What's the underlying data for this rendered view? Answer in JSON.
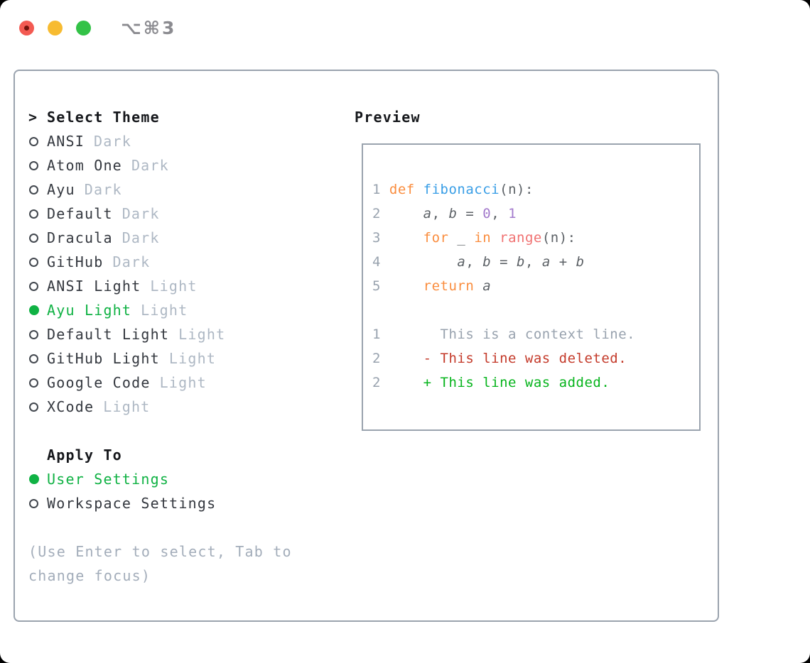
{
  "window": {
    "title": "⌥⌘3"
  },
  "titlebar": {
    "buttons": [
      "close",
      "minimize",
      "zoom"
    ]
  },
  "theme_picker": {
    "cursor": ">",
    "title": "Select Theme",
    "items": [
      {
        "label": "ANSI",
        "variant": "Dark",
        "selected": false
      },
      {
        "label": "Atom One",
        "variant": "Dark",
        "selected": false
      },
      {
        "label": "Ayu",
        "variant": "Dark",
        "selected": false
      },
      {
        "label": "Default",
        "variant": "Dark",
        "selected": false
      },
      {
        "label": "Dracula",
        "variant": "Dark",
        "selected": false
      },
      {
        "label": "GitHub",
        "variant": "Dark",
        "selected": false
      },
      {
        "label": "ANSI Light",
        "variant": "Light",
        "selected": false
      },
      {
        "label": "Ayu Light",
        "variant": "Light",
        "selected": true
      },
      {
        "label": "Default Light",
        "variant": "Light",
        "selected": false
      },
      {
        "label": "GitHub Light",
        "variant": "Light",
        "selected": false
      },
      {
        "label": "Google Code",
        "variant": "Light",
        "selected": false
      },
      {
        "label": "XCode",
        "variant": "Light",
        "selected": false
      }
    ],
    "apply_to": {
      "title": "Apply To",
      "options": [
        {
          "label": "User Settings",
          "selected": true
        },
        {
          "label": "Workspace Settings",
          "selected": false
        }
      ]
    },
    "hint_lines": [
      "(Use Enter to select, Tab to",
      "change focus)"
    ]
  },
  "preview": {
    "title": "Preview",
    "lines": [
      {
        "num": "1",
        "segs": [
          {
            "t": "def",
            "c": "kw"
          },
          {
            "t": " ",
            "c": "fg"
          },
          {
            "t": "fibonacci",
            "c": "fn"
          },
          {
            "t": "(n):",
            "c": "fg"
          }
        ]
      },
      {
        "num": "2",
        "segs": [
          {
            "t": "    ",
            "c": "fg"
          },
          {
            "t": "a",
            "c": "fg",
            "it": true
          },
          {
            "t": ", ",
            "c": "fg"
          },
          {
            "t": "b",
            "c": "fg",
            "it": true
          },
          {
            "t": " = ",
            "c": "fg"
          },
          {
            "t": "0",
            "c": "num"
          },
          {
            "t": ", ",
            "c": "fg"
          },
          {
            "t": "1",
            "c": "num"
          }
        ]
      },
      {
        "num": "3",
        "segs": [
          {
            "t": "    ",
            "c": "fg"
          },
          {
            "t": "for",
            "c": "kw"
          },
          {
            "t": " _ ",
            "c": "fg"
          },
          {
            "t": "in",
            "c": "kw"
          },
          {
            "t": " ",
            "c": "fg"
          },
          {
            "t": "range",
            "c": "call"
          },
          {
            "t": "(n):",
            "c": "fg"
          }
        ]
      },
      {
        "num": "4",
        "segs": [
          {
            "t": "        ",
            "c": "fg"
          },
          {
            "t": "a",
            "c": "fg",
            "it": true
          },
          {
            "t": ", ",
            "c": "fg"
          },
          {
            "t": "b",
            "c": "fg",
            "it": true
          },
          {
            "t": " = ",
            "c": "fg"
          },
          {
            "t": "b",
            "c": "fg",
            "it": true
          },
          {
            "t": ", ",
            "c": "fg"
          },
          {
            "t": "a",
            "c": "fg",
            "it": true
          },
          {
            "t": " + ",
            "c": "fg"
          },
          {
            "t": "b",
            "c": "fg",
            "it": true
          }
        ]
      },
      {
        "num": "5",
        "segs": [
          {
            "t": "    ",
            "c": "fg"
          },
          {
            "t": "return",
            "c": "kw"
          },
          {
            "t": " ",
            "c": "fg"
          },
          {
            "t": "a",
            "c": "fg",
            "it": true
          }
        ]
      },
      {
        "num": "",
        "segs": []
      },
      {
        "num": "1",
        "segs": [
          {
            "t": "      This is a context line.",
            "c": "ctx"
          }
        ]
      },
      {
        "num": "2",
        "segs": [
          {
            "t": "    - This line was deleted.",
            "c": "del"
          }
        ]
      },
      {
        "num": "2",
        "segs": [
          {
            "t": "    + This line was added.",
            "c": "add"
          }
        ]
      }
    ]
  },
  "colors": {
    "page_bg": "#000000",
    "window_bg": "#ffffff",
    "border_gray": "#9aa3ae",
    "header_text": "#15171b",
    "item_text": "#34383f",
    "variant_gray": "#aeb8c4",
    "hint_gray": "#a3adba",
    "accent_green": "#10b244",
    "radio_outline": "#42474e",
    "code_fg": "#5c6166",
    "gutter_gray": "#98a2ae",
    "keyword_orange": "#fa8d3e",
    "function_blue": "#399ee6",
    "number_purple": "#a37acc",
    "builtin_coral": "#f07171",
    "deleted_red": "#c43a2a",
    "added_green": "#06b41c",
    "titlebar_gray": "#8b8b90",
    "close_red": "#f35a52",
    "close_dot": "#73130c",
    "minimize_yellow": "#f7bb31",
    "zoom_green": "#33c247"
  }
}
